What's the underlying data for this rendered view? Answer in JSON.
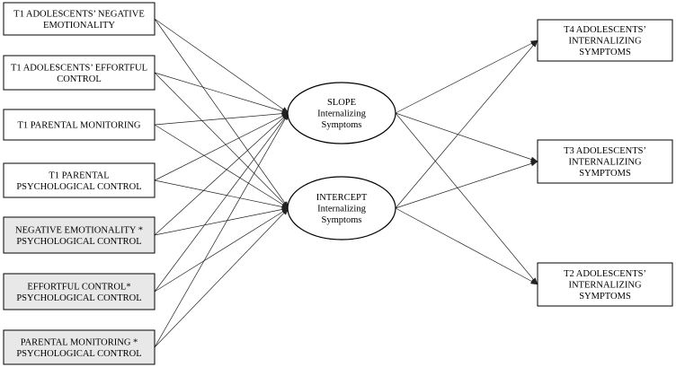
{
  "predictors": [
    {
      "id": "t1-negative-emotionality",
      "lines": [
        "T1 ADOLESCENTS’ NEGATIVE",
        "EMOTIONALITY"
      ],
      "shaded": false
    },
    {
      "id": "t1-effortful-control",
      "lines": [
        "T1 ADOLESCENTS’ EFFORTFUL",
        "CONTROL"
      ],
      "shaded": false
    },
    {
      "id": "t1-parental-monitoring",
      "lines": [
        "T1 PARENTAL MONITORING"
      ],
      "shaded": false
    },
    {
      "id": "t1-psychological-control",
      "lines": [
        "T1 PARENTAL",
        "PSYCHOLOGICAL CONTROL"
      ],
      "shaded": false
    },
    {
      "id": "negemo-x-psychcontrol",
      "lines": [
        "NEGATIVE EMOTIONALITY  *",
        "PSYCHOLOGICAL CONTROL"
      ],
      "shaded": true
    },
    {
      "id": "effcontrol-x-psychcontrol",
      "lines": [
        "EFFORTFUL CONTROL*",
        "PSYCHOLOGICAL CONTROL"
      ],
      "shaded": true
    },
    {
      "id": "monitoring-x-psychcontrol",
      "lines": [
        "PARENTAL MONITORING *",
        "PSYCHOLOGICAL CONTROL"
      ],
      "shaded": true
    }
  ],
  "latents": [
    {
      "id": "slope",
      "lines": [
        "SLOPE",
        "Internalizing",
        "Symptoms"
      ]
    },
    {
      "id": "intercept",
      "lines": [
        "INTERCEPT",
        "Internalizing",
        "Symptoms"
      ]
    }
  ],
  "outcomes": [
    {
      "id": "t4-internalizing",
      "lines": [
        "T4 ADOLESCENTS’",
        "INTERNALIZING",
        "SYMPTOMS"
      ]
    },
    {
      "id": "t3-internalizing",
      "lines": [
        "T3 ADOLESCENTS’",
        "INTERNALIZING",
        "SYMPTOMS"
      ]
    },
    {
      "id": "t2-internalizing",
      "lines": [
        "T2 ADOLESCENTS’",
        "INTERNALIZING",
        "SYMPTOMS"
      ]
    }
  ]
}
